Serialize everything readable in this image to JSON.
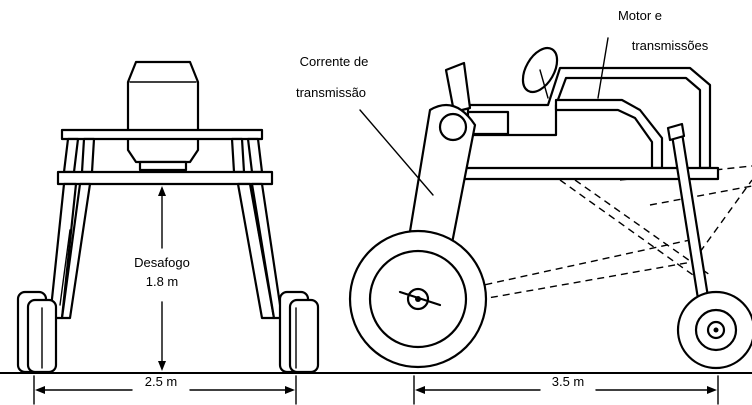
{
  "diagram": {
    "front_view": {
      "clearance_label_line1": "Desafogo",
      "clearance_label_line2": "1.8 m",
      "track_width_label": "2.5 m"
    },
    "side_view": {
      "engine_label_line1": "Motor e",
      "engine_label_line2": "transmissões",
      "chain_label_line1": "Corrente de",
      "chain_label_line2": "transmissão",
      "wheelbase_label": "3.5 m"
    }
  }
}
